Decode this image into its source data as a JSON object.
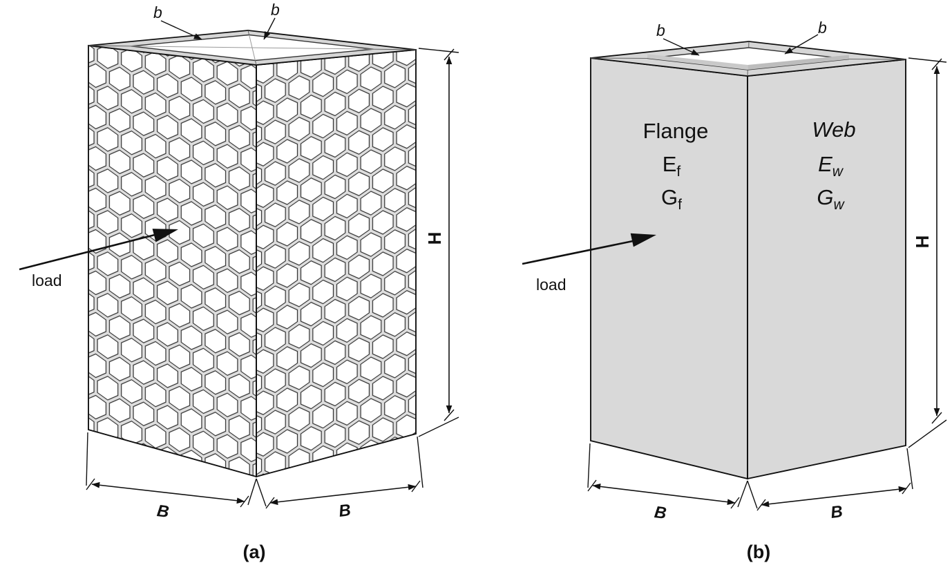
{
  "colors": {
    "rim": "#d6d6d6",
    "face": "#d9d9d9",
    "hole": "#ffffff",
    "outline": "#1a1a1a"
  },
  "panel_a": {
    "caption": "(a)",
    "load_label": "load",
    "dim_b_left": "b",
    "dim_b_right": "b",
    "dim_H": "H",
    "dim_B_left": "B",
    "dim_B_right": "B"
  },
  "panel_b": {
    "caption": "(b)",
    "load_label": "load",
    "dim_b_left": "b",
    "dim_b_right": "b",
    "dim_H": "H",
    "dim_B_left": "B",
    "dim_B_right": "B",
    "flange": {
      "title": "Flange",
      "E": "E",
      "E_sub": "f",
      "G": "G",
      "G_sub": "f"
    },
    "web": {
      "title": "Web",
      "E": "E",
      "E_sub": "w",
      "G": "G",
      "G_sub": "w"
    }
  }
}
